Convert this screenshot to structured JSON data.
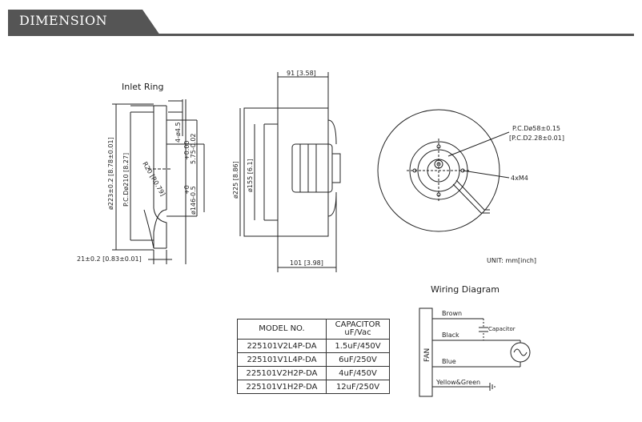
{
  "header": {
    "title": "DIMENSION"
  },
  "inlet_ring": {
    "label": "Inlet Ring",
    "dim_outer": "ø223±0.2 [8.78±0.01]",
    "dim_pcd": "P.C.Dø210 [8.27]",
    "dim_radius": "R20 [R0.79]",
    "dim_holes": "4-ø4.5",
    "dim_tol": "+0.00",
    "dim_depth": "5.75-0.02",
    "dim_inner": "ø146-0.5",
    "dim_inner_tol": "+0",
    "dim_width": "21±0.2 [0.83±0.01]"
  },
  "side_view": {
    "dim_top": "91 [3.58]",
    "dim_dia": "ø225 [8.86]",
    "dim_hub": "ø155 [6.1]",
    "dim_bottom": "101 [3.98]"
  },
  "front_view": {
    "pcd": "P.C.Dø58±0.15",
    "pcd_inch": "[P.C.D2.28±0.01]",
    "screws": "4xM4",
    "unit": "UNIT: mm[inch]"
  },
  "wiring": {
    "title": "Wiring Diagram",
    "fan": "FAN",
    "wire1": "Brown",
    "wire2": "Black",
    "wire3": "Blue",
    "wire4": "Yellow&Green",
    "capacitor": "Capacitor"
  },
  "table": {
    "col1": "MODEL NO.",
    "col2_line1": "CAPACITOR",
    "col2_line2": "uF/Vac",
    "rows": [
      {
        "model": "225101V2L4P-DA",
        "cap": "1.5uF/450V"
      },
      {
        "model": "225101V1L4P-DA",
        "cap": "6uF/250V"
      },
      {
        "model": "225101V2H2P-DA",
        "cap": "4uF/450V"
      },
      {
        "model": "225101V1H2P-DA",
        "cap": "12uF/250V"
      }
    ]
  }
}
